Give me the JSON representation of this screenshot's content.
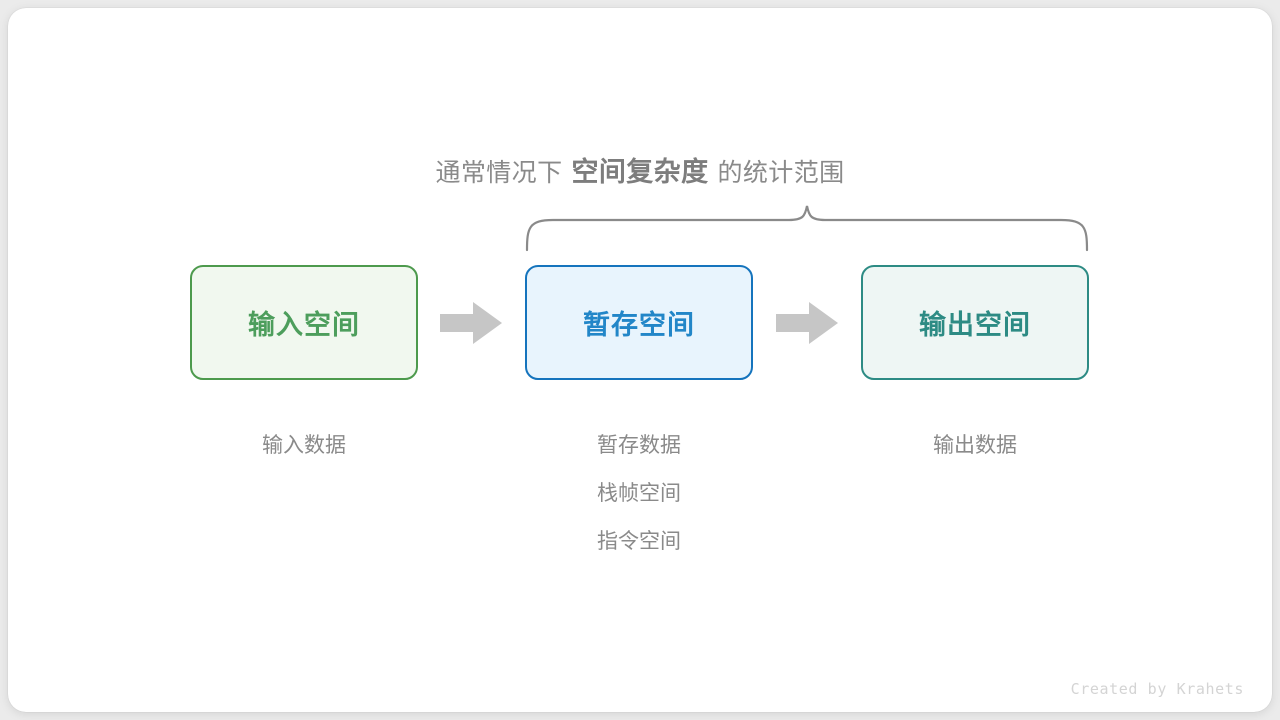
{
  "canvas": {
    "background_color": "#ebebeb",
    "card_color": "#ffffff"
  },
  "heading": {
    "prefix": "通常情况下",
    "emphasis": "空间复杂度",
    "suffix": "的统计范围",
    "color": "#8a8a8a"
  },
  "brace": {
    "name": "scope-brace",
    "color": "#8a8a8a",
    "spans_nodes": [
      "暂存空间",
      "输出空间"
    ]
  },
  "nodes": [
    {
      "id": "input",
      "label": "输入空间",
      "text_color": "#4d9e5c",
      "border_color": "#4d9a4d",
      "fill_color": "#f1f8ef"
    },
    {
      "id": "temp",
      "label": "暂存空间",
      "text_color": "#2286c8",
      "border_color": "#1574bd",
      "fill_color": "#e8f4fd"
    },
    {
      "id": "output",
      "label": "输出空间",
      "text_color": "#2d8b84",
      "border_color": "#2d8b84",
      "fill_color": "#eef6f4"
    }
  ],
  "arrows": [
    {
      "id": "arrow-1",
      "from": "input",
      "to": "temp",
      "color": "#c6c6c6"
    },
    {
      "id": "arrow-2",
      "from": "temp",
      "to": "output",
      "color": "#c6c6c6"
    }
  ],
  "captions": {
    "color": "#8a8a8a",
    "input": [
      "输入数据"
    ],
    "temp": [
      "暂存数据",
      "栈帧空间",
      "指令空间"
    ],
    "output": [
      "输出数据"
    ]
  },
  "watermark": {
    "text": "Created by Krahets",
    "color": "#d4d4d4"
  }
}
